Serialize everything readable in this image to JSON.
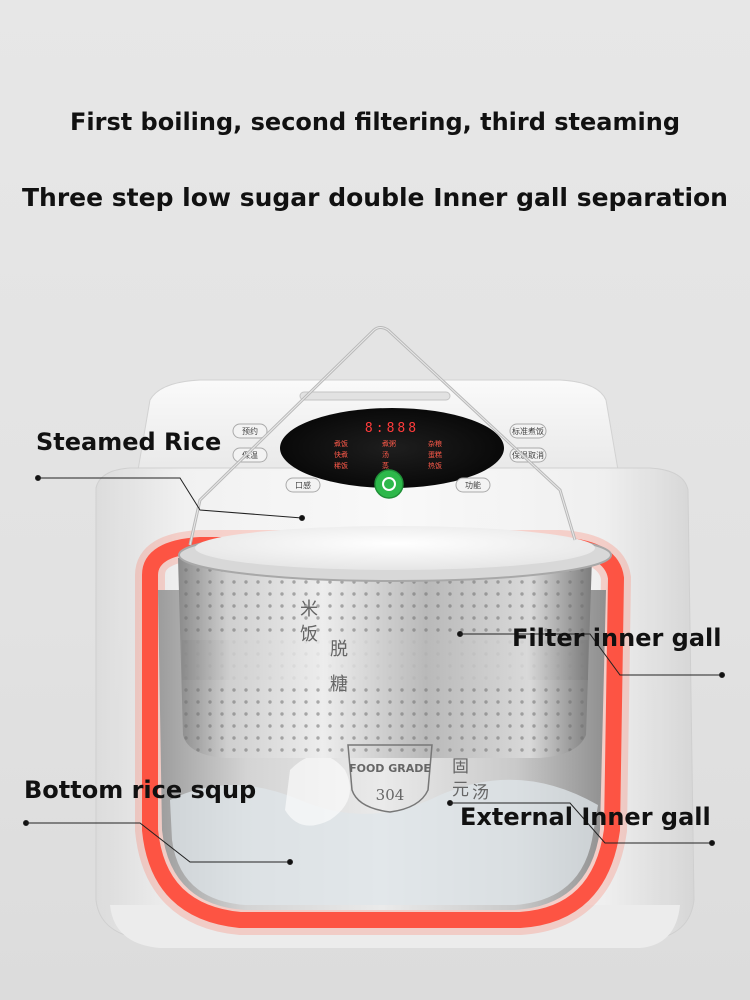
{
  "headings": {
    "line1": "First boiling, second filtering, third steaming",
    "line2": "Three step low sugar double Inner gall separation"
  },
  "callouts": {
    "steamed_rice": "Steamed Rice",
    "filter_inner_gall": "Filter inner gall",
    "bottom_rice_soup": "Bottom rice squp",
    "external_inner_gall": "External Inner gall"
  },
  "control_panel": {
    "display": "8:888",
    "left_buttons": [
      "预约",
      "保温"
    ],
    "right_buttons": [
      "标准煮饭",
      "保温取消"
    ],
    "bottom_left": "口感",
    "bottom_right": "功能",
    "menu_left": [
      "煮饭",
      "快煮",
      "稀饭"
    ],
    "menu_mid": [
      "煮粥",
      "汤",
      "蒸"
    ],
    "menu_right": [
      "杂粮",
      "蛋糕",
      "热饭"
    ]
  },
  "basket_text": {
    "vertical_1": "米",
    "vertical_2": "饭",
    "vertical_3": "脱",
    "vertical_4": "糖",
    "badge_top": "FOOD GRADE",
    "badge_num": "304",
    "vertical_right_1": "固",
    "vertical_right_2": "元",
    "vertical_right_3": "汤"
  },
  "colors": {
    "heat_glow": "#ff2a1a",
    "power_button": "#2db84a",
    "body_white": "#f4f4f4"
  }
}
